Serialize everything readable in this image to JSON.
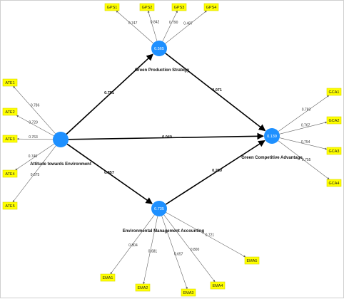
{
  "constructs": {
    "ATE": {
      "name": "Attitude towards Environment",
      "value": ""
    },
    "GPS": {
      "name": "Green Production Strategy",
      "value": "0.565"
    },
    "EMA": {
      "name": "Environmental Management Accounting",
      "value": "0.735"
    },
    "GCA": {
      "name": "Green Competitive Advantage",
      "value": "0.139"
    }
  },
  "paths": [
    {
      "from": "ATE",
      "to": "GPS",
      "coef": "0.751"
    },
    {
      "from": "ATE",
      "to": "EMA",
      "coef": "0.857"
    },
    {
      "from": "ATE",
      "to": "GCA",
      "coef": "0.040"
    },
    {
      "from": "GPS",
      "to": "GCA",
      "coef": "0.071"
    },
    {
      "from": "EMA",
      "to": "GCA",
      "coef": "0.280"
    }
  ],
  "indicators": {
    "ATE": [
      {
        "label": "ATE1",
        "loading": "0.786"
      },
      {
        "label": "ATE2",
        "loading": "0.729"
      },
      {
        "label": "ATE3",
        "loading": "0.763"
      },
      {
        "label": "ATE4",
        "loading": "0.740"
      },
      {
        "label": "ATE5",
        "loading": "0.675"
      }
    ],
    "GPS": [
      {
        "label": "GPS1",
        "loading": "0.747"
      },
      {
        "label": "GPS2",
        "loading": "0.842"
      },
      {
        "label": "GPS3",
        "loading": "0.790"
      },
      {
        "label": "GPS4",
        "loading": "0.487"
      }
    ],
    "GCA": [
      {
        "label": "GCA1",
        "loading": "0.783"
      },
      {
        "label": "GCA2",
        "loading": "0.767"
      },
      {
        "label": "GCA3",
        "loading": "0.754"
      },
      {
        "label": "GCA4",
        "loading": "0.755"
      }
    ],
    "EMA": [
      {
        "label": "EMA1",
        "loading": "0.804"
      },
      {
        "label": "EMA2",
        "loading": "0.681"
      },
      {
        "label": "EMA3",
        "loading": "0.657"
      },
      {
        "label": "EMA4",
        "loading": "0.800"
      },
      {
        "label": "EMA5",
        "loading": "0.721"
      }
    ]
  },
  "colors": {
    "construct": "#1e90ff",
    "indicator": "#ffff00",
    "path": "#000000",
    "loading_line": "#666666"
  }
}
